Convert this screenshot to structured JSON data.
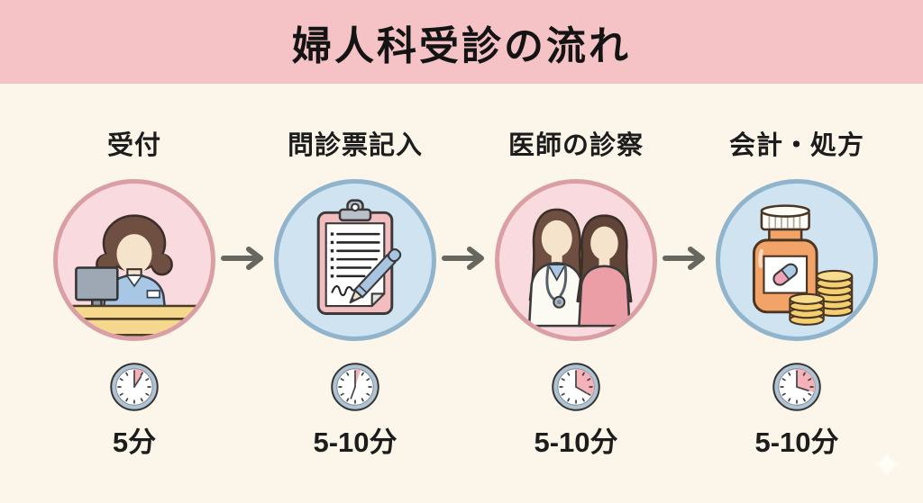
{
  "title": "婦人科受診の流れ",
  "steps": [
    {
      "label": "受付",
      "duration": "5分",
      "theme": "pink",
      "icon": "receptionist-at-desk",
      "clock": {
        "slice_deg": 33,
        "hand_deg": 33
      }
    },
    {
      "label": "問診票記入",
      "duration": "5-10分",
      "theme": "blue",
      "icon": "questionnaire-clipboard-pen",
      "clock": {
        "slice_deg": 18,
        "hand_deg": 200
      }
    },
    {
      "label": "医師の診察",
      "duration": "5-10分",
      "theme": "pink",
      "icon": "doctor-and-patient",
      "clock": {
        "slice_deg": 120,
        "hand_deg": 120
      }
    },
    {
      "label": "会計・処方",
      "duration": "5-10分",
      "theme": "blue",
      "icon": "medicine-bottle-and-coins",
      "clock": {
        "slice_deg": 108,
        "hand_deg": 108
      }
    }
  ],
  "decorations": {
    "sparkle_char": "✦"
  },
  "colors": {
    "header_bg": "#F5C3C6",
    "page_bg": "#FBF6E9",
    "title_text": "#141414",
    "label_text": "#1C1C1C",
    "pink_circle_fill": "#F9DADE",
    "pink_circle_border": "#D99FA5",
    "blue_circle_fill": "#CFE3F1",
    "blue_circle_border": "#90B4CB",
    "arrow": "#67675F",
    "clock_ring": "#AFC3D3",
    "clock_face": "#FFFFFF",
    "clock_slice": "#F5B2B8"
  }
}
